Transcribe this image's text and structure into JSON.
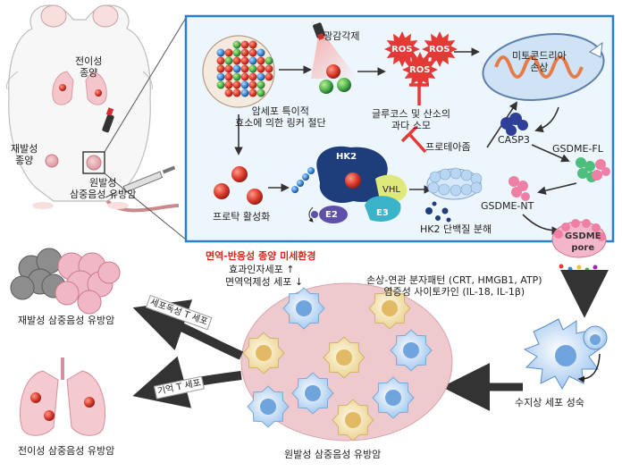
{
  "mouse": {
    "metastatic_tumor": "전이성\n종양",
    "recurrent_tumor": "재발성\n종양",
    "primary_tnbc": "원발성\n삼중음성 유방암"
  },
  "mechanism": {
    "photosensitizer": "광감각제",
    "ros": [
      "ROS",
      "ROS",
      "ROS"
    ],
    "mito_damage": "미토콘드리아\n손상",
    "linker_cleavage": "암세포 특이적\n효소에 의한 링커 절단",
    "glucose_oxygen": "글루코스 및 산소의\n과다 소모",
    "casp3": "CASP3",
    "gsdme_fl": "GSDME-FL",
    "gsdme_nt": "GSDME-NT",
    "gsdme_pore": "GSDME\npore",
    "proteasome": "프로테아좀",
    "hk2": "HK2",
    "vhl": "VHL",
    "e3": "E3",
    "e2": "E2",
    "protac_activation": "프로탁 활성화",
    "hk2_degradation": "HK2 단백질 분해"
  },
  "bottom": {
    "tme_title": "면역-반응성 종양 미세환경",
    "tme_effector": "효과인자세포 ↑",
    "tme_suppressor": "면역억제성 세포 ↓",
    "damp": "손상-연관 분자패턴 (CRT, HMGB1, ATP)\n염증성 사이토카인 (IL-18, IL-1β)",
    "cytotoxic_t": "세포독성 T 세포",
    "memory_t": "기억 T 세포",
    "recurrent_tnbc": "재발성 삼중음성 유방암",
    "metastatic_tnbc": "전이성 삼중음성 유방암",
    "primary_tnbc_label": "원발성 삼중음성 유방암",
    "dc_maturation": "수지상 세포 성숙"
  },
  "colors": {
    "panel_border": "#2b7fd0",
    "panel_bg": "#eef6fd",
    "ros": "#e53935",
    "inhibit": "#e53935",
    "tme_title": "#d42a1e"
  }
}
